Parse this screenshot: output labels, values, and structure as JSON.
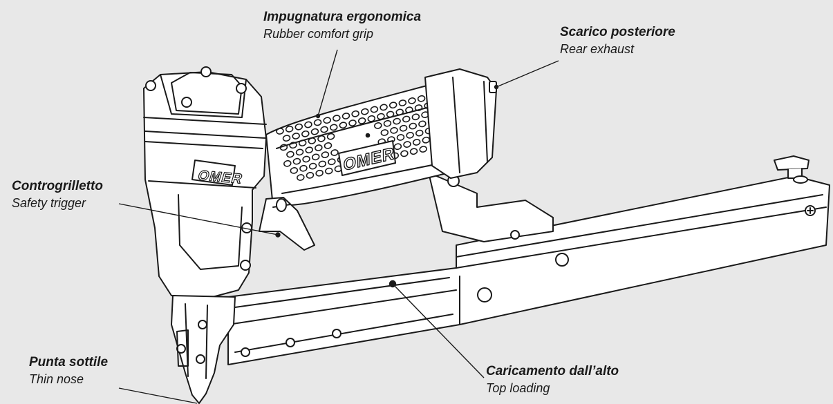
{
  "colors": {
    "background": "#e8e8e8",
    "outline": "#1a1a1a",
    "fill": "#ffffff",
    "shade": "#d4d4d4"
  },
  "labels": {
    "grip": {
      "it": "Impugnatura ergonomica",
      "en": "Rubber comfort grip"
    },
    "rear": {
      "it": "Scarico posteriore",
      "en": "Rear exhaust"
    },
    "safety": {
      "it": "Controgrilletto",
      "en": "Safety trigger"
    },
    "nose": {
      "it": "Punta sottile",
      "en": "Thin nose"
    },
    "load": {
      "it": "Caricamento dall’alto",
      "en": "Top loading"
    }
  },
  "brand": {
    "logo": "OMER"
  }
}
